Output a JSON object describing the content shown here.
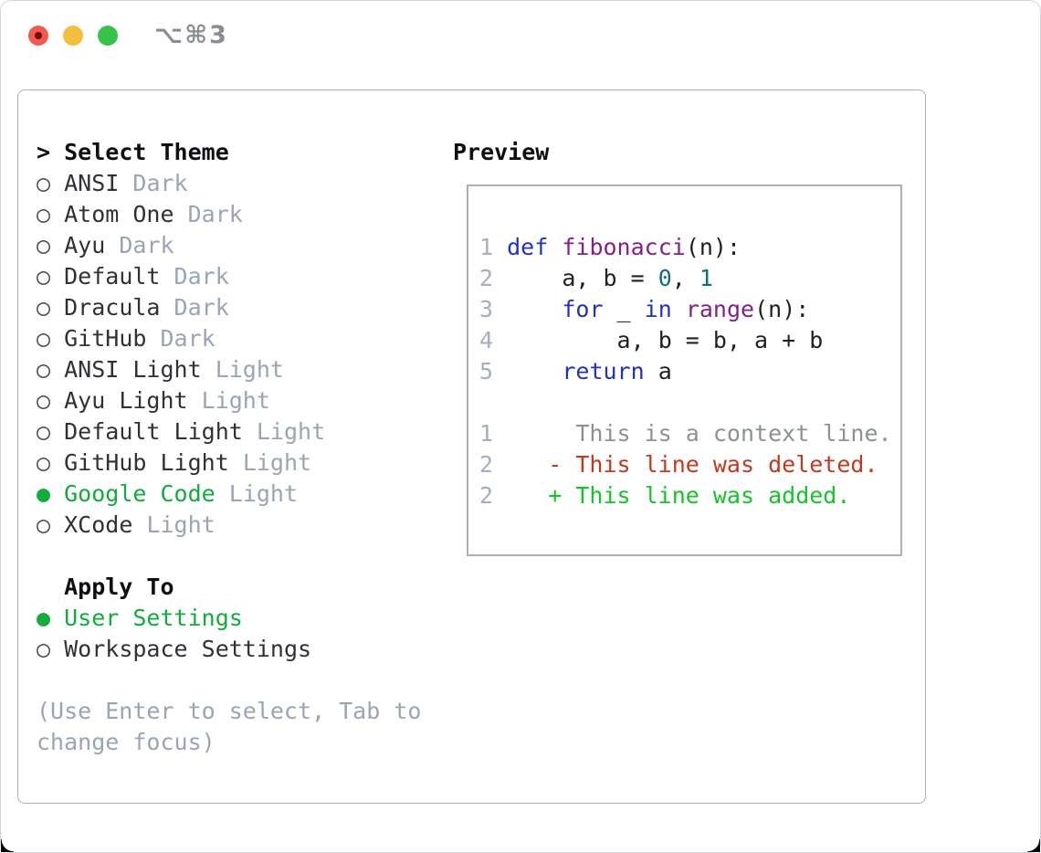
{
  "window": {
    "title": "⌥⌘3",
    "controls": [
      "close-button",
      "minimize-button",
      "zoom-button"
    ]
  },
  "icons": {
    "pointer": ">",
    "radio_unselected": "○",
    "radio_selected": "●"
  },
  "theme_list": {
    "header": "Select Theme",
    "items": [
      {
        "name": "ANSI",
        "variant": "Dark",
        "selected": false
      },
      {
        "name": "Atom One",
        "variant": "Dark",
        "selected": false
      },
      {
        "name": "Ayu",
        "variant": "Dark",
        "selected": false
      },
      {
        "name": "Default",
        "variant": "Dark",
        "selected": false
      },
      {
        "name": "Dracula",
        "variant": "Dark",
        "selected": false
      },
      {
        "name": "GitHub",
        "variant": "Dark",
        "selected": false
      },
      {
        "name": "ANSI Light",
        "variant": "Light",
        "selected": false
      },
      {
        "name": "Ayu Light",
        "variant": "Light",
        "selected": false
      },
      {
        "name": "Default Light",
        "variant": "Light",
        "selected": false
      },
      {
        "name": "GitHub Light",
        "variant": "Light",
        "selected": false
      },
      {
        "name": "Google Code",
        "variant": "Light",
        "selected": true
      },
      {
        "name": "XCode",
        "variant": "Light",
        "selected": false
      }
    ]
  },
  "apply_to": {
    "header": "Apply To",
    "options": [
      {
        "label": "User Settings",
        "selected": true
      },
      {
        "label": "Workspace Settings",
        "selected": false
      }
    ]
  },
  "help": {
    "line1": "(Use Enter to select, Tab to",
    "line2": "change focus)"
  },
  "preview": {
    "header": "Preview",
    "code_lines": [
      {
        "num": "1",
        "tokens": [
          [
            "kw",
            "def"
          ],
          [
            "pl",
            " "
          ],
          [
            "fn",
            "fibonacci"
          ],
          [
            "pl",
            "(n):"
          ]
        ]
      },
      {
        "num": "2",
        "tokens": [
          [
            "pl",
            "    a, b = "
          ],
          [
            "lit",
            "0"
          ],
          [
            "pl",
            ", "
          ],
          [
            "lit",
            "1"
          ]
        ]
      },
      {
        "num": "3",
        "tokens": [
          [
            "pl",
            "    "
          ],
          [
            "kw",
            "for"
          ],
          [
            "pl",
            " _ "
          ],
          [
            "kw",
            "in"
          ],
          [
            "pl",
            " "
          ],
          [
            "fn",
            "range"
          ],
          [
            "pl",
            "(n):"
          ]
        ]
      },
      {
        "num": "4",
        "tokens": [
          [
            "pl",
            "        a, b = b, a + b"
          ]
        ]
      },
      {
        "num": "5",
        "tokens": [
          [
            "pl",
            "    "
          ],
          [
            "kw",
            "return"
          ],
          [
            "pl",
            " a"
          ]
        ]
      }
    ],
    "diff_lines": [
      {
        "num": "1",
        "type": "context",
        "prefix": "      ",
        "text": "This is a context line."
      },
      {
        "num": "2",
        "type": "deleted",
        "prefix": "    - ",
        "text": "This line was deleted."
      },
      {
        "num": "2",
        "type": "added",
        "prefix": "    + ",
        "text": "This line was added."
      }
    ]
  },
  "colors": {
    "accent_green": "#11ac3d",
    "added_green": "#15c42a",
    "deleted_red": "#c23a1e",
    "context_gray": "#8b9297",
    "muted": "#9aa4b3",
    "line_number": "#a5aebf",
    "keyword": "#2433bb",
    "function": "#83208a",
    "literal": "#156e79",
    "code": "#1d2024",
    "text": "#2e3237",
    "heading": "#0c0e11",
    "border": "#a9b0ba",
    "traffic_red": "#f35a4f",
    "traffic_red_dot": "#750e06",
    "traffic_yellow": "#f5bd40",
    "traffic_green": "#36c349",
    "title_gray": "#8a8e94"
  }
}
